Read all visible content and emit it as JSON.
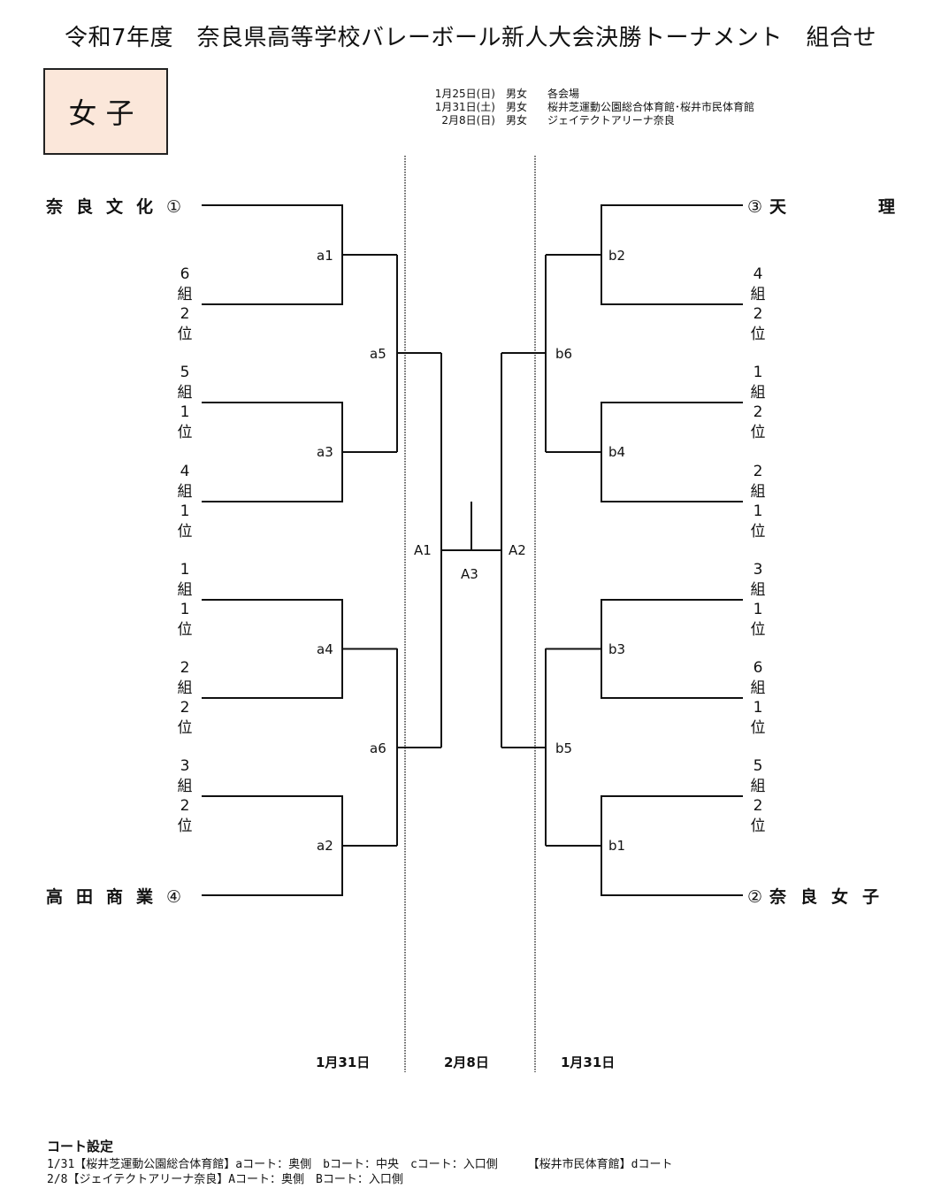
{
  "title": "令和7年度　奈良県高等学校バレーボール新人大会決勝トーナメント　組合せ",
  "category": "女子",
  "schedule": [
    {
      "date": "1月25日(日)",
      "gender": "男女",
      "venue": "各会場"
    },
    {
      "date": "1月31日(土)",
      "gender": "男女",
      "venue": "桜井芝運動公園総合体育館･桜井市民体育館"
    },
    {
      "date": "2月8日(日)",
      "gender": "男女",
      "venue": "ジェイテクトアリーナ奈良"
    }
  ],
  "left_bracket": {
    "entries": [
      {
        "type": "seed",
        "name": "奈良文化",
        "seed": "①"
      },
      {
        "type": "group",
        "label": "6\n組\n2\n位"
      },
      {
        "type": "group",
        "label": "5\n組\n1\n位"
      },
      {
        "type": "group",
        "label": "4\n組\n1\n位"
      },
      {
        "type": "group",
        "label": "1\n組\n1\n位"
      },
      {
        "type": "group",
        "label": "2\n組\n2\n位"
      },
      {
        "type": "group",
        "label": "3\n組\n2\n位"
      },
      {
        "type": "seed",
        "name": "高田商業",
        "seed": "④"
      }
    ],
    "round1": [
      "a1",
      "a3",
      "a4",
      "a2"
    ],
    "round2": [
      "a5",
      "a6"
    ],
    "semifinal": "A1"
  },
  "right_bracket": {
    "entries": [
      {
        "type": "seed",
        "name": "天理",
        "seed": "③"
      },
      {
        "type": "group",
        "label": "4\n組\n2\n位"
      },
      {
        "type": "group",
        "label": "1\n組\n2\n位"
      },
      {
        "type": "group",
        "label": "2\n組\n1\n位"
      },
      {
        "type": "group",
        "label": "3\n組\n1\n位"
      },
      {
        "type": "group",
        "label": "6\n組\n1\n位"
      },
      {
        "type": "group",
        "label": "5\n組\n2\n位"
      },
      {
        "type": "seed",
        "name": "奈良女子",
        "seed": "②"
      }
    ],
    "round1": [
      "b2",
      "b4",
      "b3",
      "b1"
    ],
    "round2": [
      "b6",
      "b5"
    ],
    "semifinal": "A2"
  },
  "final": "A3",
  "round_dates": {
    "left": "1月31日",
    "center": "2月8日",
    "right": "1月31日"
  },
  "court_settings": {
    "title": "コート設定",
    "lines": [
      "1/31【桜井芝運動公園総合体育館】aコート：奥側　bコート：中央　cコート：入口側　　 【桜井市民体育館】dコート",
      "2/8【ジェイテクトアリーナ奈良】Aコート：奥側　Bコート：入口側"
    ]
  },
  "colors": {
    "category_bg": "#fbe7da",
    "line": "#111111"
  }
}
